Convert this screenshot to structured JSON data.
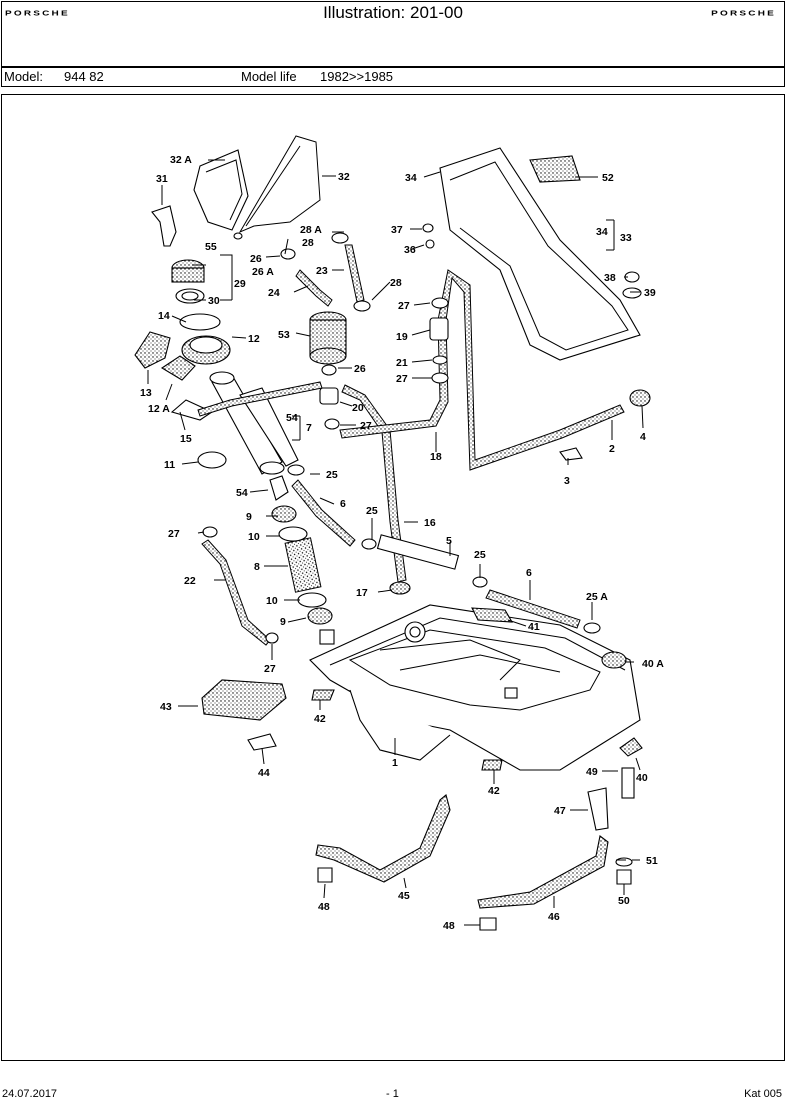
{
  "header": {
    "brand_left": "PORSCHE",
    "brand_right": "PORSCHE",
    "title": "Illustration: 201-00"
  },
  "model_bar": {
    "model_label": "Model:",
    "model_value": "944 82",
    "life_label": "Model life",
    "life_value": "1982>>1985"
  },
  "footer": {
    "date": "24.07.2017",
    "page": "- 1",
    "catalog": "Kat 005"
  },
  "callouts": {
    "c1": "1",
    "c2": "2",
    "c3": "3",
    "c4": "4",
    "c5": "5",
    "c6a": "6",
    "c6b": "6",
    "c7": "7",
    "c8": "8",
    "c9a": "9",
    "c9b": "9",
    "c10a": "10",
    "c10b": "10",
    "c11": "11",
    "c12": "12",
    "c12a": "12 A",
    "c13": "13",
    "c14": "14",
    "c15": "15",
    "c16": "16",
    "c17": "17",
    "c18": "18",
    "c19": "19",
    "c20": "20",
    "c21": "21",
    "c22": "22",
    "c23": "23",
    "c24": "24",
    "c25a": "25",
    "c25b": "25",
    "c25c": "25",
    "c25d": "25 A",
    "c26a": "26",
    "c26b": "26",
    "c26c": "26 A",
    "c27a": "27",
    "c27b": "27",
    "c27c": "27",
    "c27d": "27",
    "c27e": "27",
    "c28": "28",
    "c28a": "28 A",
    "c29": "29",
    "c30": "30",
    "c31": "31",
    "c32": "32",
    "c32a": "32 A",
    "c33": "33",
    "c34a": "34",
    "c34b": "34",
    "c36": "36",
    "c37": "37",
    "c38": "38",
    "c39": "39",
    "c40": "40",
    "c40a": "40 A",
    "c41": "41",
    "c42a": "42",
    "c42b": "42",
    "c43": "43",
    "c44": "44",
    "c45": "45",
    "c46": "46",
    "c47": "47",
    "c48a": "48",
    "c48b": "48",
    "c49": "49",
    "c50": "50",
    "c51": "51",
    "c52": "52",
    "c53": "53",
    "c54a": "54",
    "c54b": "54",
    "c55": "55"
  }
}
